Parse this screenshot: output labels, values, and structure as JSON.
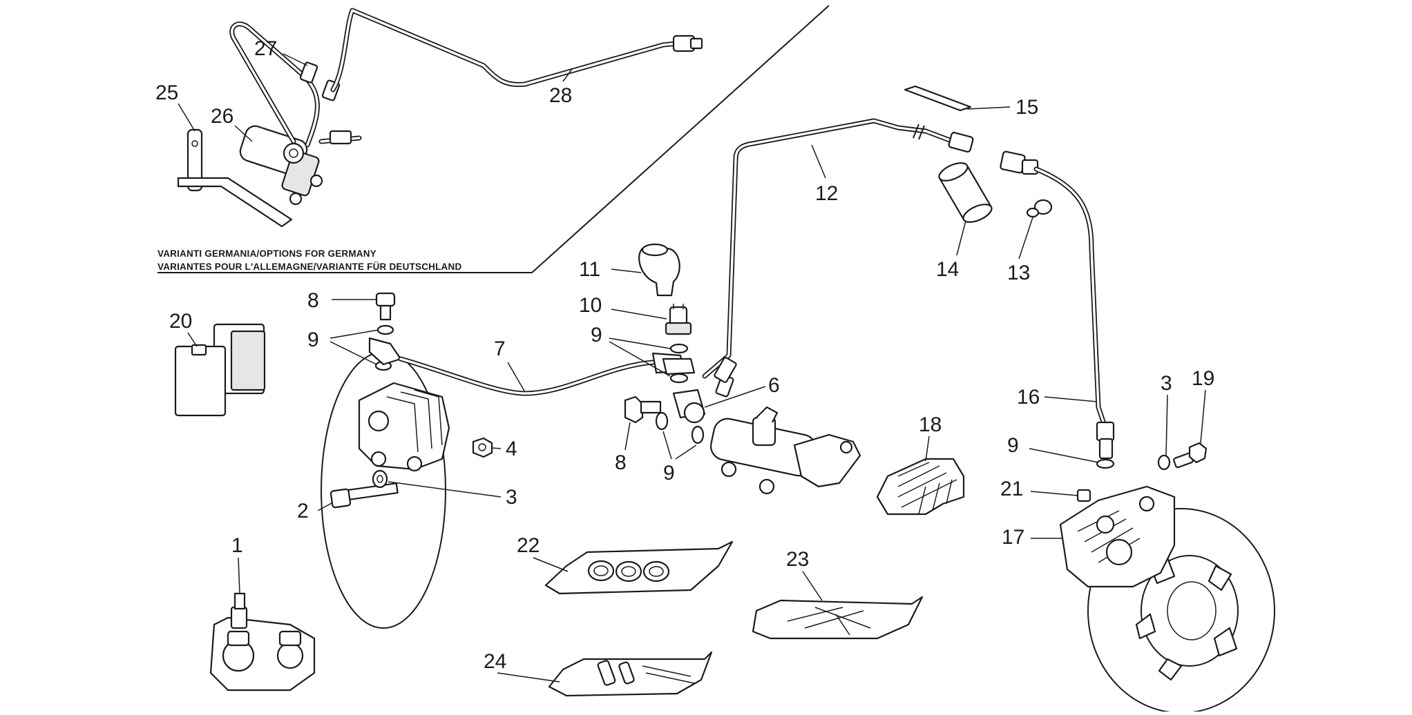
{
  "diagram": {
    "note_lines": [
      "VARIANTI GERMANIA/OPTIONS FOR GERMANY",
      "VARIANTES POUR L'ALLEMAGNE/VARIANTE FÜR DEUTSCHLAND"
    ],
    "callouts": {
      "c1": "1",
      "c2": "2",
      "c3a": "3",
      "c3b": "3",
      "c4": "4",
      "c6": "6",
      "c7": "7",
      "c8a": "8",
      "c8b": "8",
      "c9a": "9",
      "c9b": "9",
      "c9c": "9",
      "c9d": "9",
      "c10": "10",
      "c11": "11",
      "c12": "12",
      "c13": "13",
      "c14": "14",
      "c15": "15",
      "c16": "16",
      "c17": "17",
      "c18": "18",
      "c19": "19",
      "c20": "20",
      "c21": "21",
      "c22": "22",
      "c23": "23",
      "c24": "24",
      "c25": "25",
      "c26": "26",
      "c27": "27",
      "c28": "28"
    }
  }
}
